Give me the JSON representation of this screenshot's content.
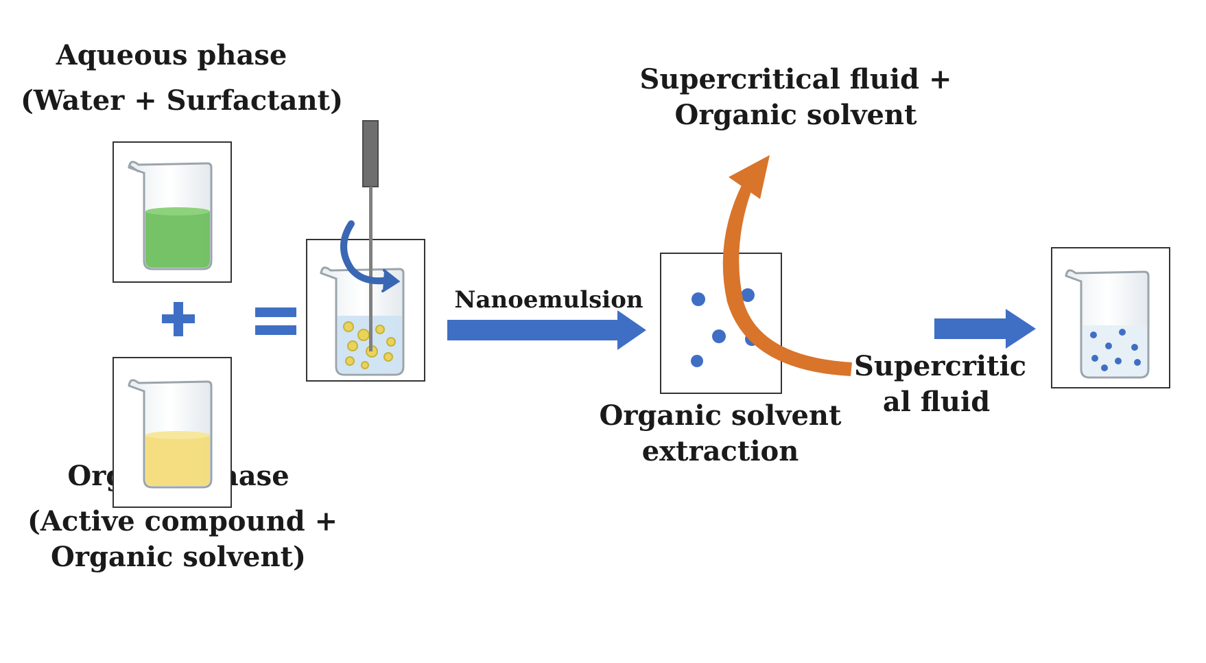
{
  "aqueous_label": {
    "line1": "Aqueous phase",
    "line2": "(Water + Surfactant)"
  },
  "organic_label": {
    "line1": "Organic phase",
    "line2": "(Active compound +",
    "line3": "Organic solvent)"
  },
  "nanoemulsion_label": "Nanoemulsion",
  "supercritical_out_label": {
    "line1": "Supercritical fluid +",
    "line2": "Organic solvent"
  },
  "extraction_label": {
    "line1": "Organic solvent",
    "line2": "extraction"
  },
  "supercritical_in_label": {
    "line1": "Supercritic",
    "line2": "al fluid"
  },
  "colors": {
    "aqueous_liquid": "#6fbf5f",
    "organic_liquid": "#f3dc7a",
    "emulsion_liquid": "#cfe3f2",
    "droplet": "#e8d45a",
    "process_arrow": "#3f6fc4",
    "dot": "#3f6fc4",
    "curved_arrow": "#d9742b",
    "stir_arrow": "#3a67b3"
  },
  "icons": [
    "beaker-icon",
    "stirrer-icon",
    "rotation-arrow-icon",
    "plus-icon",
    "equals-icon",
    "arrow-right-icon",
    "curved-arrow-icon"
  ]
}
